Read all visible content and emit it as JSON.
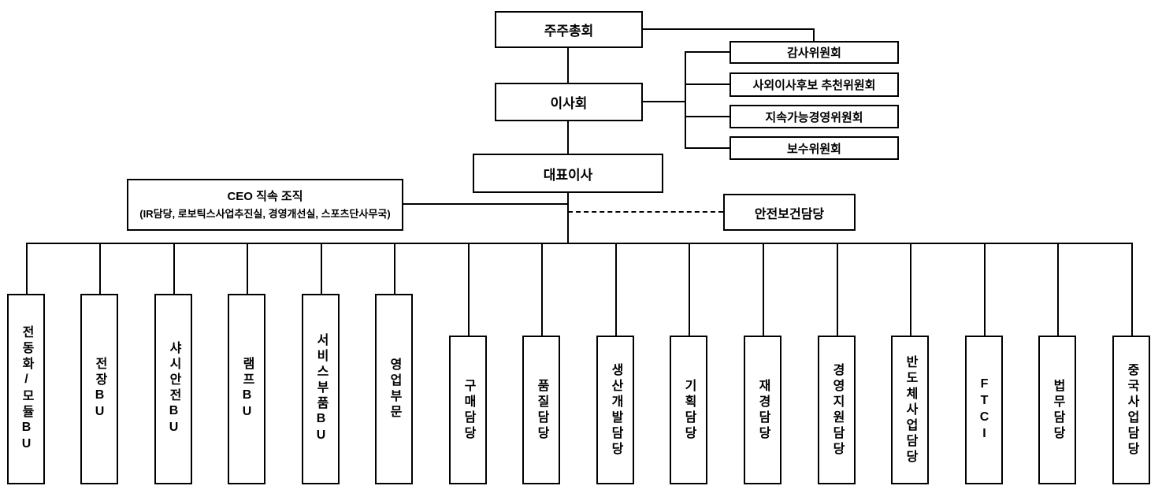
{
  "org": {
    "shareholders": "주주총회",
    "board": "이사회",
    "ceo": "대표이사",
    "committees": [
      "감사위원회",
      "사외이사후보 추천위원회",
      "지속가능경영위원회",
      "보수위원회"
    ],
    "ceo_direct_title": "CEO 직속 조직",
    "ceo_direct_detail": "(IR담당, 로보틱스사업추진실, 경영개선실, 스포츠단사무국)",
    "safety": "안전보건담당",
    "divisions": [
      "전동화/모듈BU",
      "전장BU",
      "샤시안전BU",
      "램프BU",
      "서비스부품BU",
      "영업부문",
      "구매담당",
      "품질담당",
      "생산개발담당",
      "기획담당",
      "재경담당",
      "경영지원담당",
      "반도체사업담당",
      "FTCI",
      "법무담당",
      "중국사업담당"
    ]
  }
}
